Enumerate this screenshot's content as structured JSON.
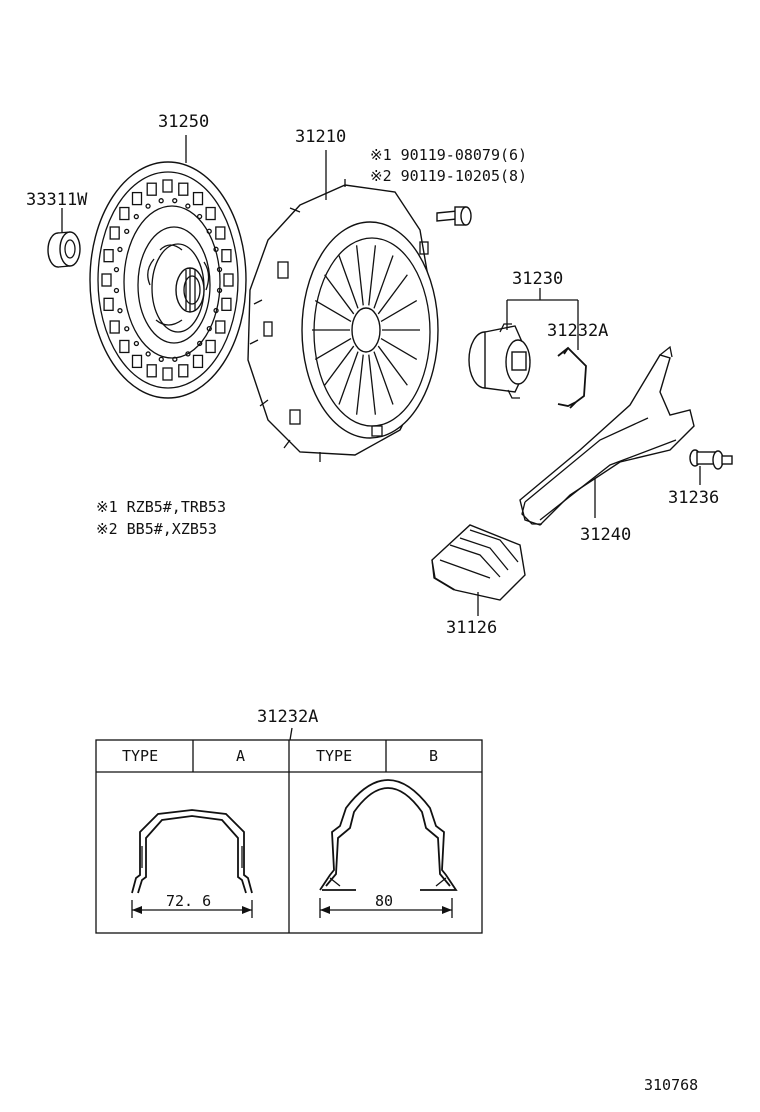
{
  "parts": {
    "clutch_disc": "31250",
    "pilot_bearing": "33311W",
    "pressure_plate": "31210",
    "bolt_note_1": "※1 90119-08079(6)",
    "bolt_note_2": "※2 90119-10205(8)",
    "release_bearing": "31230",
    "clip": "31232A",
    "fork": "31240",
    "pivot": "31236",
    "boot": "31126"
  },
  "notes": {
    "note_1": "※1 RZB5#,TRB53",
    "note_2": "※2 BB5#,XZB53"
  },
  "table": {
    "title": "31232A",
    "type_a_header": "TYPE",
    "type_a_value": "A",
    "type_b_header": "TYPE",
    "type_b_value": "B",
    "dim_a": "72. 6",
    "dim_b": "80"
  },
  "diagram_number": "310768"
}
